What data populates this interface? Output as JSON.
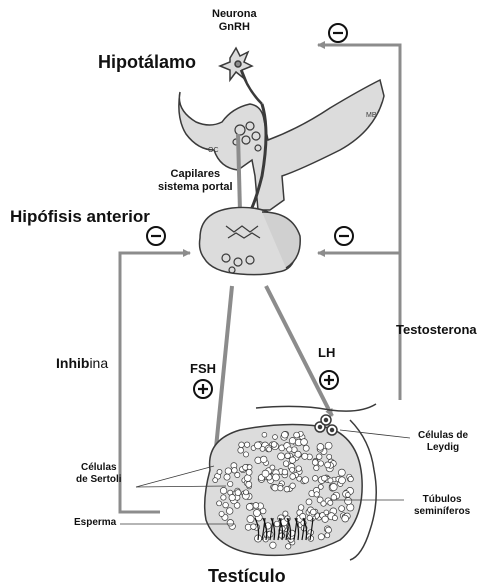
{
  "labels": {
    "neurona_gnrh": [
      "Neurona",
      "GnRH"
    ],
    "hipotalamo": "Hipotálamo",
    "capilares": [
      "Capilares",
      "sistema portal"
    ],
    "hipofisis_bold": "Hipófisis",
    "hipofisis_anterior": " anterior",
    "inhibina_bold": "Inhib",
    "inhibina_rest": "ina",
    "testosterona": "Testosterona",
    "fsh": "FSH",
    "lh": "LH",
    "celulas_leydig": [
      "Células de",
      "Leydig"
    ],
    "celulas_sertoli_1": "Células",
    "celulas_sertoli_2": "de Sertoli",
    "tubulos": [
      "Túbulos",
      "seminíferos"
    ],
    "esperma": "Esperma",
    "testiculo": "Testículo",
    "oc": "OC",
    "mb": "MB"
  },
  "signs": {
    "minus": "−",
    "plus": "+"
  },
  "colors": {
    "arrow": "#8c8c8c",
    "organ_fill": "#dcdcdc",
    "organ_stroke": "#3a3a3a",
    "text": "#111111"
  }
}
